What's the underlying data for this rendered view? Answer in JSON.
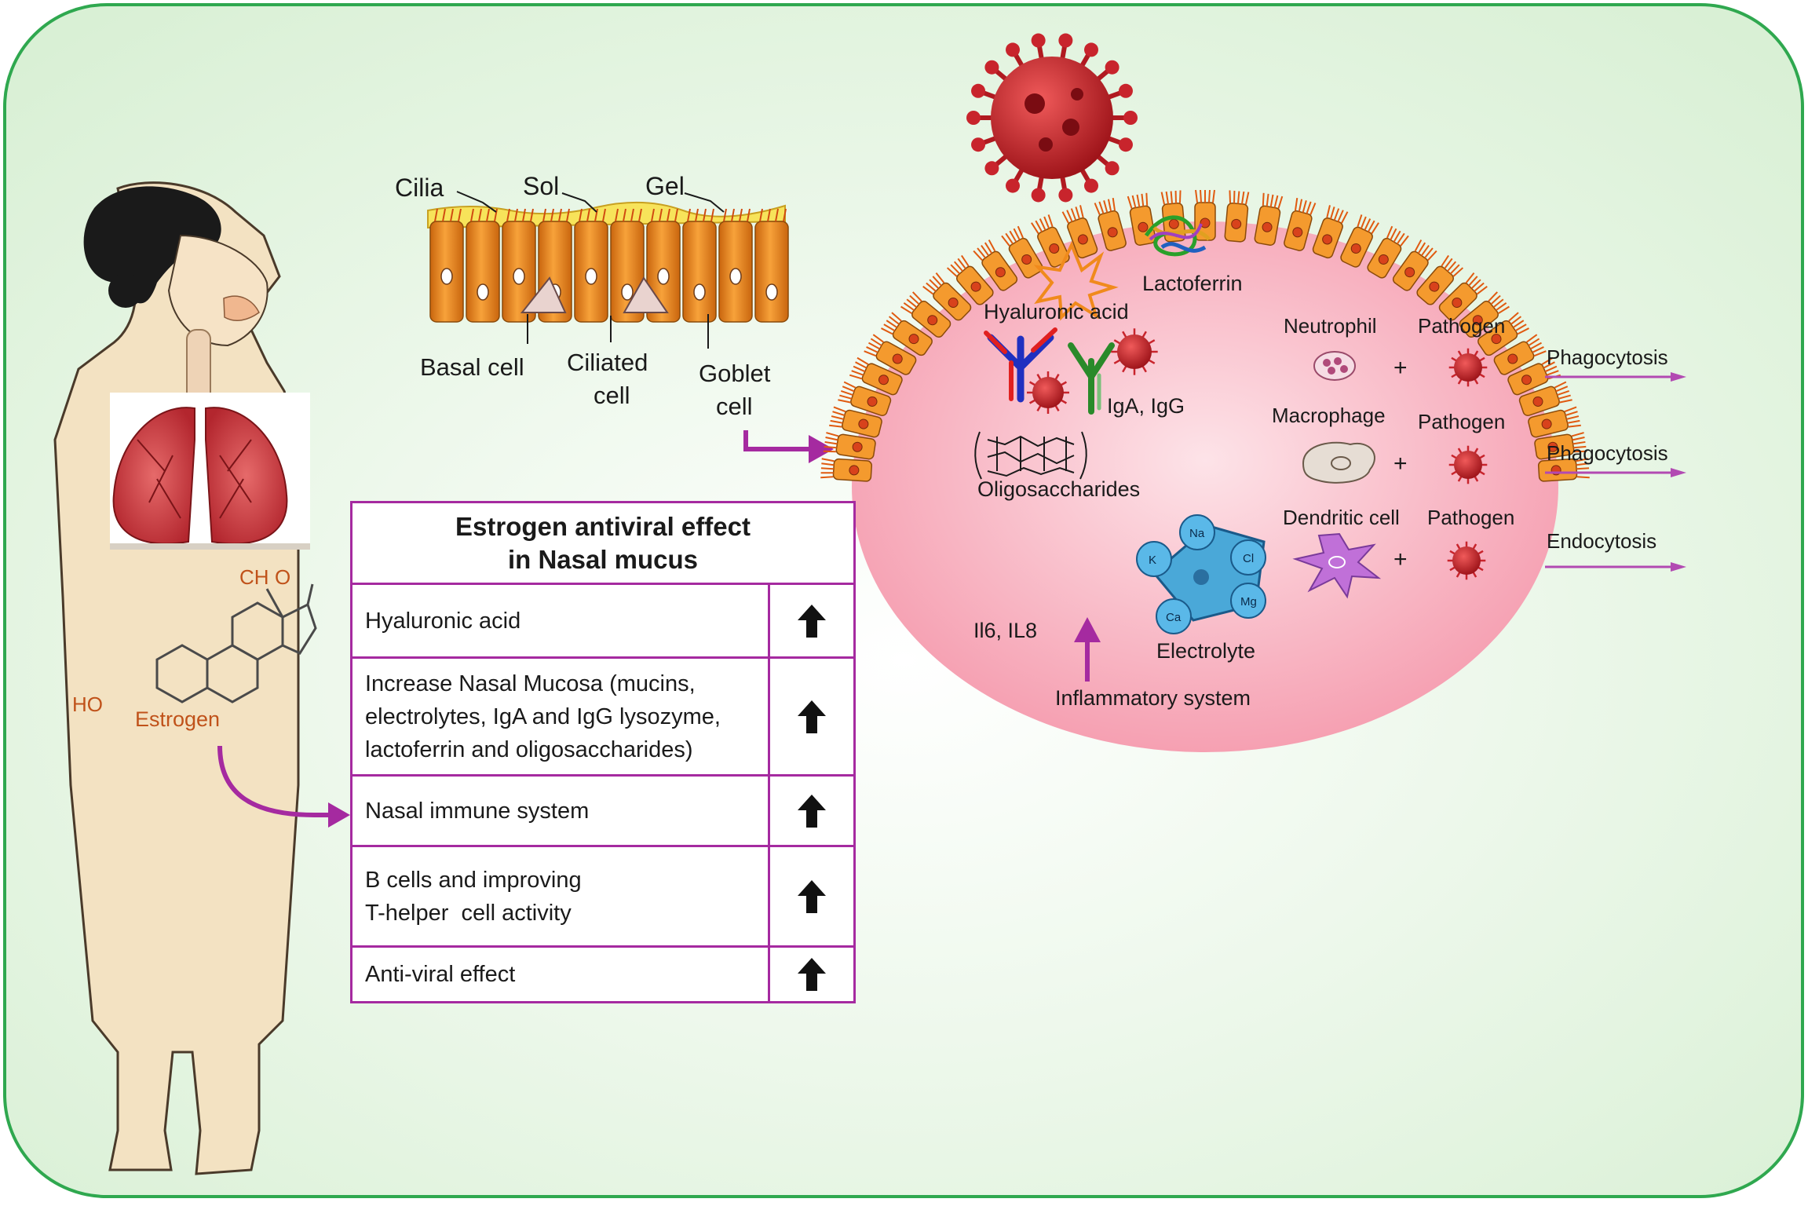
{
  "colors": {
    "frame_border": "#2fa84f",
    "frame_bg": "#eaf6e7",
    "accent_purple": "#a52aa0",
    "mucus_pink": "#f7aab8",
    "epithelium_orange": "#f08a1c",
    "virus_red": "#c8242c",
    "estrogen_text": "#c0521a"
  },
  "woman": {
    "estrogen_label": "Estrogen",
    "ho_label": "HO",
    "ch_label": "CH",
    "o_label": "O"
  },
  "epithelium": {
    "cilia_label": "Cilia",
    "sol_label": "Sol",
    "gel_label": "Gel",
    "basal_label": "Basal cell",
    "ciliated_label_1": "Ciliated",
    "ciliated_label_2": "cell",
    "goblet_label_1": "Goblet",
    "goblet_label_2": "cell"
  },
  "table": {
    "title_line1": "Estrogen antiviral effect",
    "title_line2": "in Nasal mucus",
    "rows": [
      {
        "lines": [
          "Hyaluronic acid"
        ],
        "trend": "increase"
      },
      {
        "lines": [
          "Increase Nasal Mucosa (mucins,",
          "electrolytes, IgA and IgG lysozyme,",
          "lactoferrin and oligosaccharides)"
        ],
        "trend": "increase"
      },
      {
        "lines": [
          "Nasal immune system"
        ],
        "trend": "increase"
      },
      {
        "lines": [
          "B cells and improving",
          "T-helper  cell activity"
        ],
        "trend": "increase"
      },
      {
        "lines": [
          "Anti-viral effect"
        ],
        "trend": "increase"
      }
    ]
  },
  "mucus": {
    "lactoferrin_label": "Lactoferrin",
    "hyaluronic_label": "Hyaluronic acid",
    "iga_igg_label": "IgA, IgG",
    "oligosaccharides_label": "Oligosaccharides",
    "electrolyte_label": "Electrolyte",
    "il_label": "Il6, IL8",
    "inflammatory_label": "Inflammatory system",
    "ion_na": "Na",
    "ion_k": "K",
    "ion_cl": "Cl",
    "ion_mg": "Mg",
    "ion_ca": "Ca",
    "cells": [
      {
        "cell": "Neutrophil",
        "pathogen": "Pathogen",
        "plus": "+",
        "process": "Phagocytosis"
      },
      {
        "cell": "Macrophage",
        "pathogen": "Pathogen",
        "plus": "+",
        "process": "Phagocytosis"
      },
      {
        "cell": "Dendritic cell",
        "pathogen": "Pathogen",
        "plus": "+",
        "process": "Endocytosis"
      }
    ]
  },
  "icons": [
    "virus-icon",
    "up-arrow-icon",
    "antibody-icon",
    "lactoferrin-protein-icon",
    "hyaluronic-acid-icon"
  ]
}
